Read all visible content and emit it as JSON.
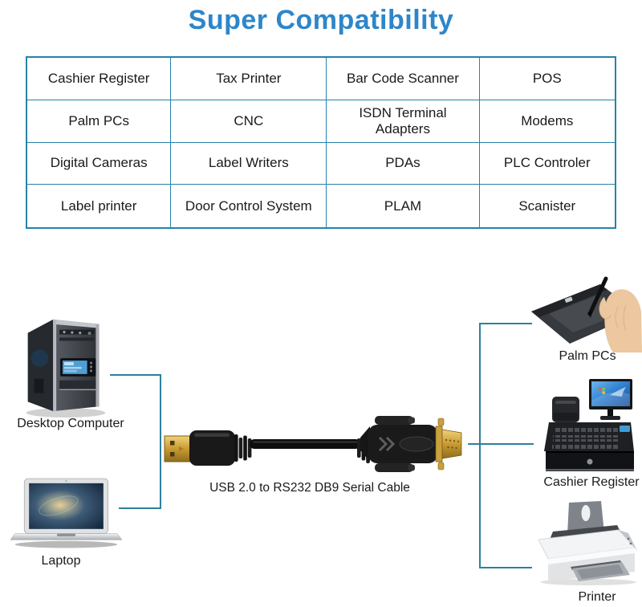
{
  "colors": {
    "title_blue": "#2e86c9",
    "table_border": "#2583ab",
    "connector": "#2e7f9e",
    "text": "#1a1a1a"
  },
  "title": {
    "text": "Super Compatibility"
  },
  "table": {
    "rows": [
      [
        "Cashier Register",
        "Tax Printer",
        "Bar Code Scanner",
        "POS"
      ],
      [
        "Palm PCs",
        "CNC",
        "ISDN Terminal Adapters",
        "Modems"
      ],
      [
        "Digital Cameras",
        "Label Writers",
        "PDAs",
        "PLC Controler"
      ],
      [
        "Label printer",
        "Door Control System",
        "PLAM",
        "Scanister"
      ]
    ]
  },
  "diagram": {
    "cable_label": "USB 2.0 to RS232 DB9 Serial Cable",
    "left_devices": [
      {
        "id": "desktop-computer",
        "label": "Desktop Computer"
      },
      {
        "id": "laptop",
        "label": "Laptop"
      }
    ],
    "right_devices": [
      {
        "id": "palm-pcs",
        "label": "Palm PCs"
      },
      {
        "id": "cashier-register",
        "label": "Cashier Register"
      },
      {
        "id": "printer",
        "label": "Printer"
      }
    ]
  }
}
